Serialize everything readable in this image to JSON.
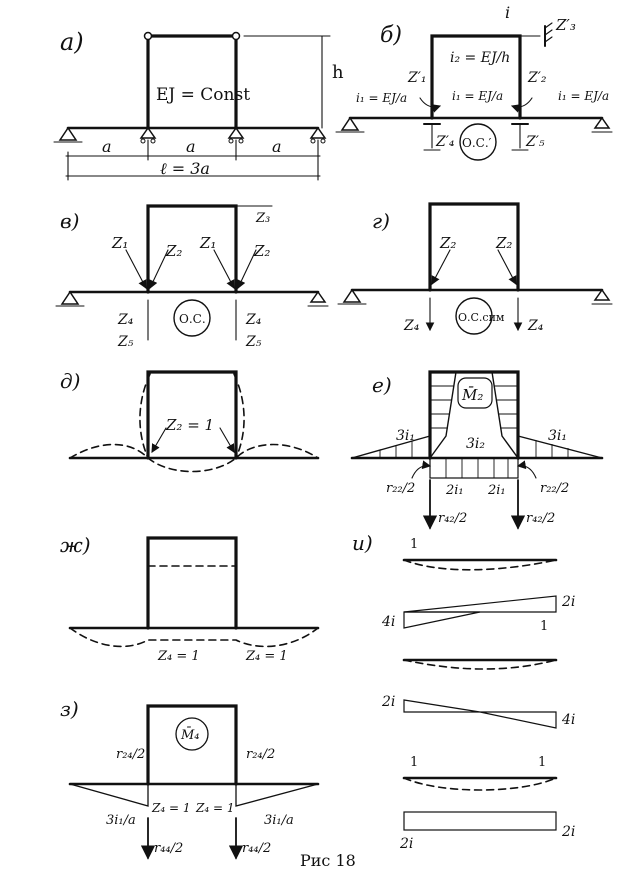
{
  "labels": {
    "a": "а)",
    "b": "б)",
    "v": "в)",
    "g": "г)",
    "d": "д)",
    "e": "е)",
    "zh": "ж)",
    "i": "и)",
    "z": "з)"
  },
  "panel_a": {
    "ei": "EJ = Const",
    "h": "h",
    "span1": "a",
    "span2": "a",
    "span3": "a",
    "total": "ℓ = 3a"
  },
  "panel_b": {
    "i_top": "i",
    "z3": "Z′₃",
    "i2": "i₂ = EJ/h",
    "i1_left": "i₁ = EJ/a",
    "i1_mid": "i₁ = EJ/a",
    "i1_right": "i₁ = EJ/a",
    "z1": "Z′₁",
    "z2": "Z′₂",
    "z4": "Z′₄",
    "z5": "Z′₅",
    "os": "О.С.′"
  },
  "panel_v": {
    "z3": "Z₃",
    "z1a": "Z₁",
    "z2a": "Z₂",
    "z1b": "Z₁",
    "z2b": "Z₂",
    "z4a": "Z₄",
    "z5a": "Z₅",
    "z4b": "Z₄",
    "z5b": "Z₅",
    "os": "О.С."
  },
  "panel_g": {
    "z2a": "Z₂",
    "z2b": "Z₂",
    "z4a": "Z₄",
    "z4b": "Z₄",
    "os": "О.С.сим"
  },
  "panel_d": {
    "z2eq": "Z₂ = 1"
  },
  "panel_e": {
    "m2": "M̄₂",
    "m_left": "3i₁",
    "m_right": "3i₁",
    "m_mid": "3i₂",
    "r22a": "r₂₂/2",
    "r22b": "r₂₂/2",
    "r42a": "r₄₂/2",
    "r42b": "r₄₂/2",
    "two_i1a": "2i₁",
    "two_i1b": "2i₁"
  },
  "panel_zh": {
    "z4a": "Z₄ = 1",
    "z4b": "Z₄ = 1"
  },
  "panel_z": {
    "m4": "M̄₄",
    "r24a": "r₂₄/2",
    "r24b": "r₂₄/2",
    "m_left": "3i₁/a",
    "m_right": "3i₁/a",
    "z4a": "Z₄ = 1",
    "z4b": "Z₄ = 1",
    "r44a": "r₄₄/2",
    "r44b": "r₄₄/2"
  },
  "panel_i": {
    "one_a": "1",
    "two_i_a": "2i",
    "four_i_a": "4i",
    "one_b": "1",
    "two_i_b": "2i",
    "four_i_b": "4i",
    "one_c": "1",
    "one_d": "1",
    "two_i_c": "2i",
    "two_i_d": "2i"
  },
  "caption": "Рис 18"
}
